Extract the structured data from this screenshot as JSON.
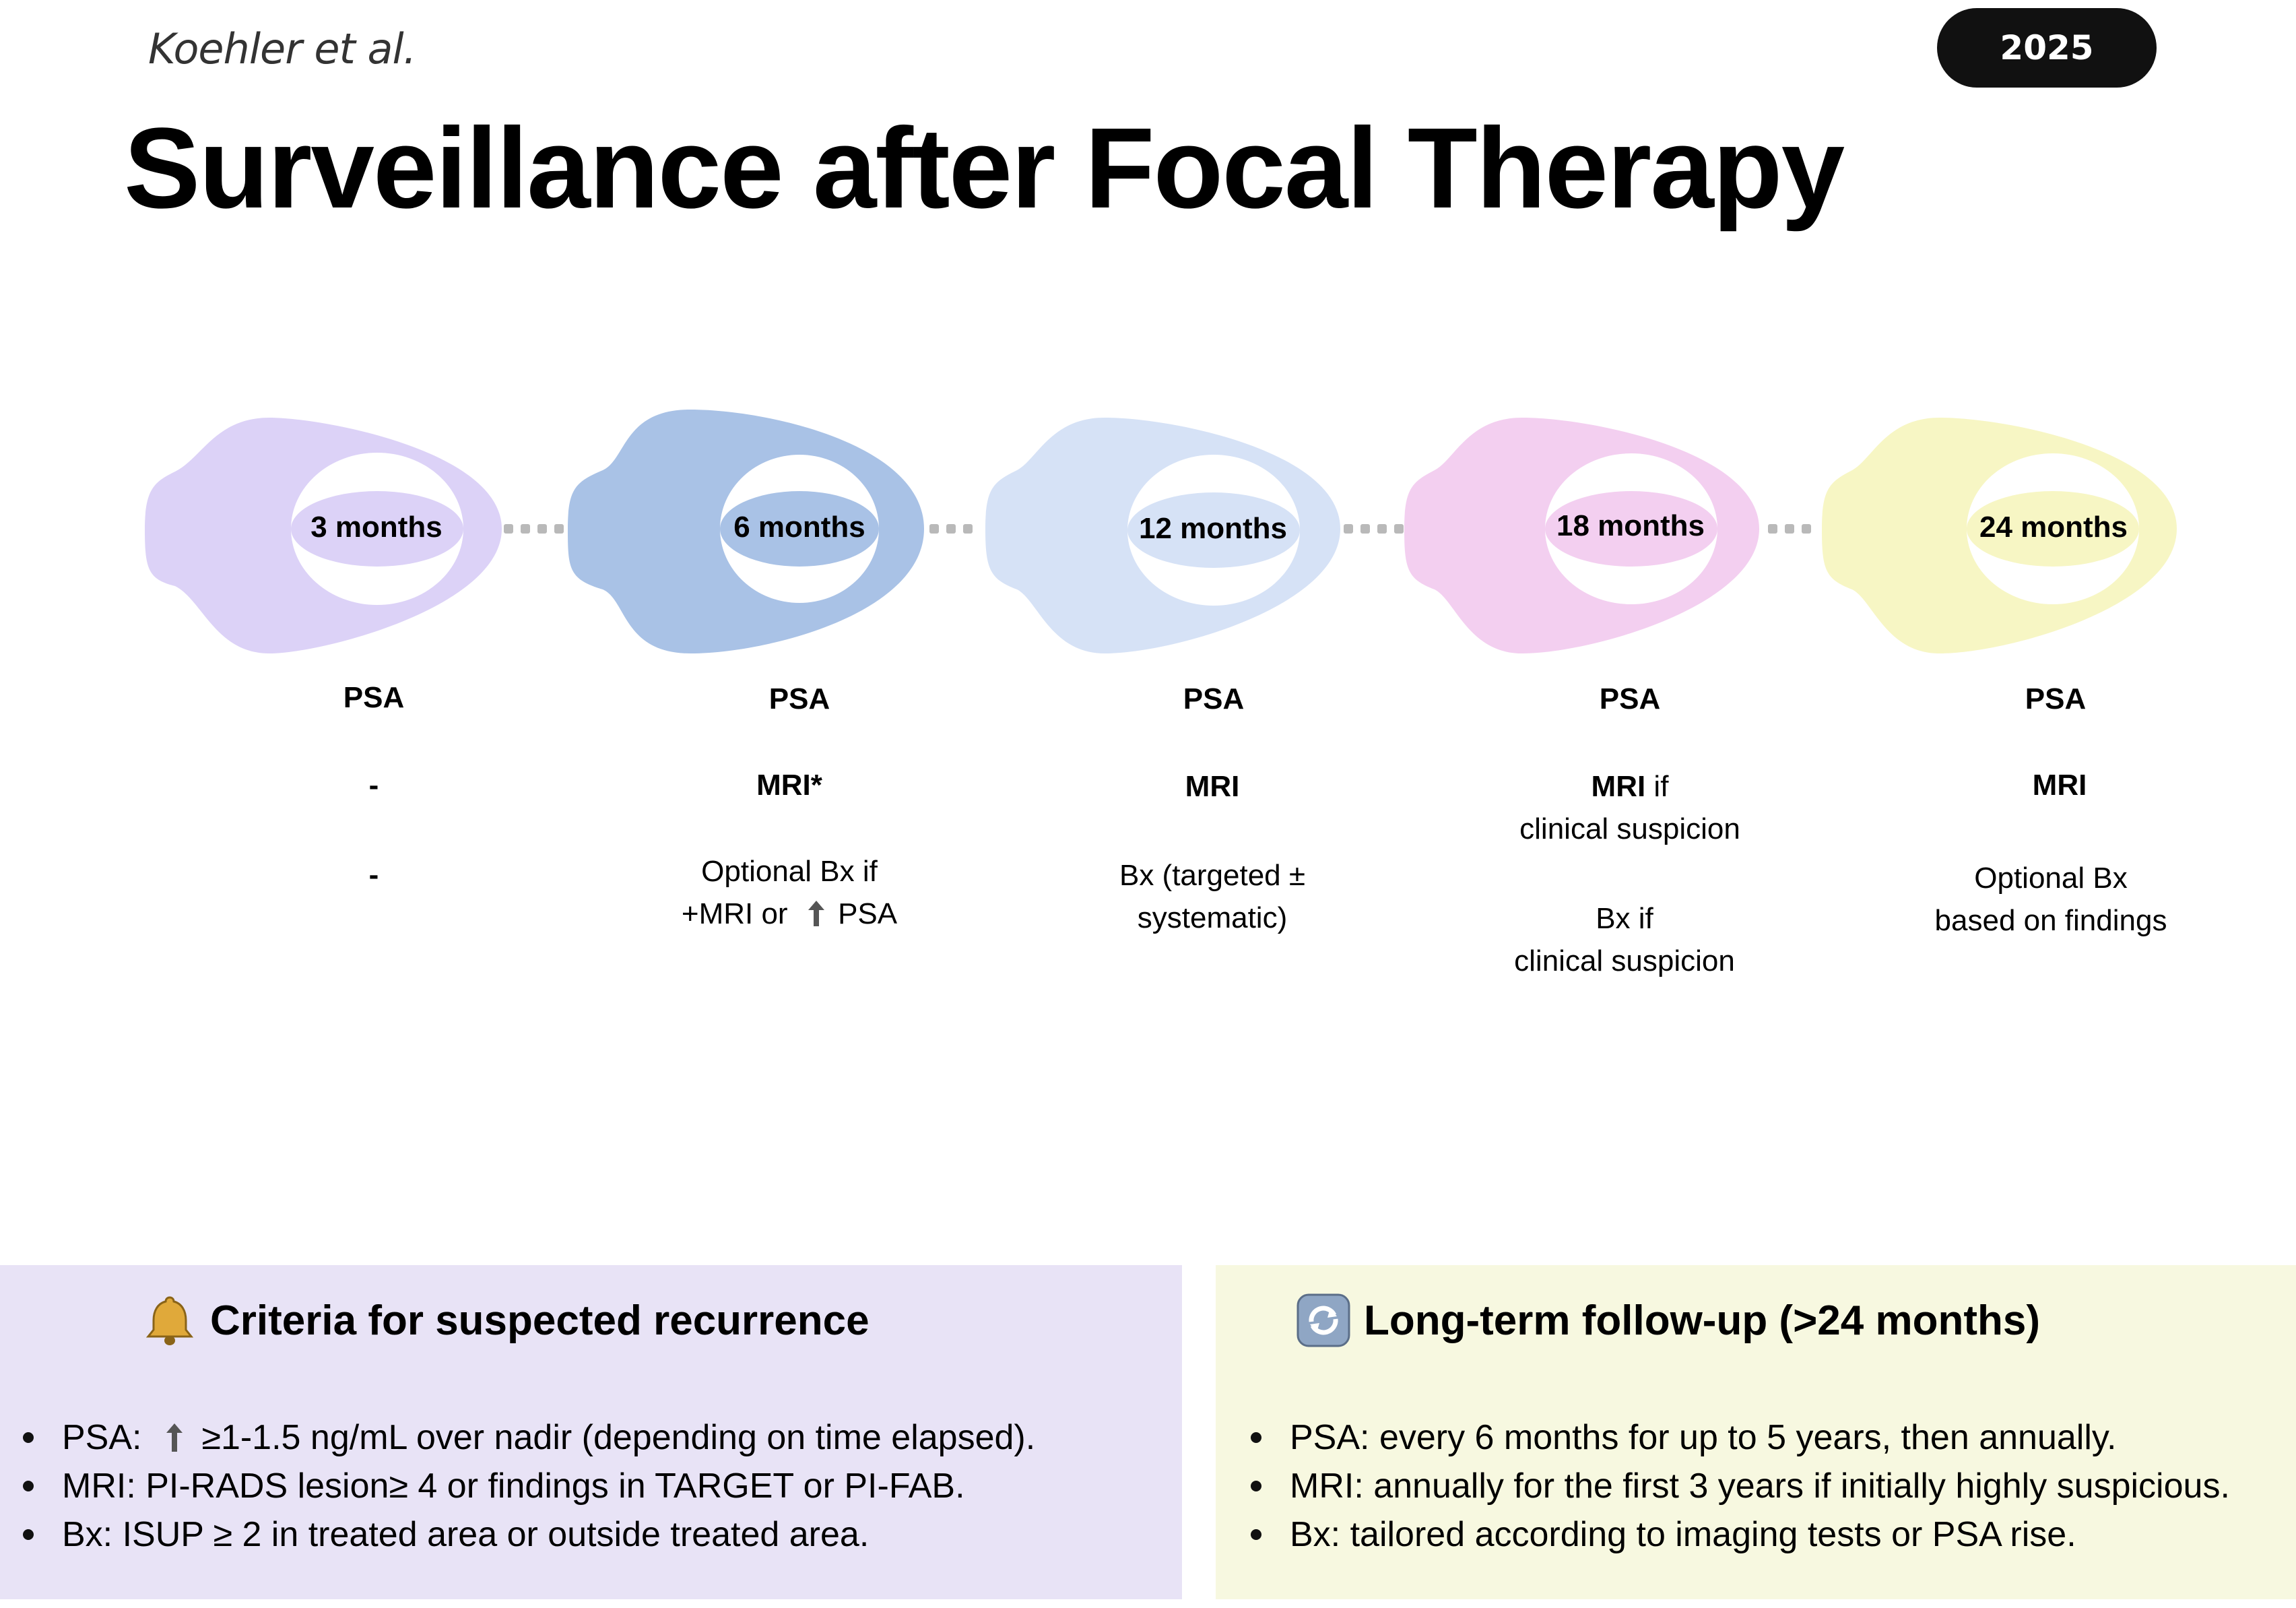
{
  "header": {
    "author": "Koehler et al.",
    "year": "2025",
    "title": "Surveillance after Focal Therapy"
  },
  "timeline": {
    "milestones": [
      {
        "label": "3 months",
        "color": "#dcd2f7",
        "psa": "PSA",
        "mri": "-",
        "biopsy": "-"
      },
      {
        "label": "6 months",
        "color": "#a9c2e6",
        "psa": "PSA",
        "mri": "MRI*",
        "biopsy_line1": "Optional Bx if",
        "biopsy_line2_prefix": "+MRI or",
        "biopsy_line2_suffix": "PSA"
      },
      {
        "label": "12 months",
        "color": "#d6e2f6",
        "psa": "PSA",
        "mri": "MRI",
        "biopsy_line1": "Bx (targeted ±",
        "biopsy_line2": "systematic)"
      },
      {
        "label": "18 months",
        "color": "#f3cff0",
        "psa": "PSA",
        "mri_bold": "MRI",
        "mri_rest": " if",
        "mri_line2": "clinical suspicion",
        "biopsy_line1": "Bx if",
        "biopsy_line2": "clinical suspicion"
      },
      {
        "label": "24 months",
        "color": "#f7f6c4",
        "psa": "PSA",
        "mri": "MRI",
        "biopsy_line1": "Optional Bx",
        "biopsy_line2": "based on findings"
      }
    ]
  },
  "recurrence_panel": {
    "icon": "bell-icon",
    "heading": "Criteria for suspected recurrence",
    "items": [
      {
        "prefix": "PSA:",
        "text": "≥1-1.5 ng/mL over nadir (depending on time elapsed)."
      },
      {
        "text": "MRI: PI-RADS lesion≥ 4 or findings in TARGET or PI-FAB."
      },
      {
        "text": "Bx: ISUP ≥ 2 in treated area or outside treated area."
      }
    ]
  },
  "followup_panel": {
    "icon": "refresh-icon",
    "heading": "Long-term follow-up (>24 months)",
    "items": [
      "PSA: every 6 months for up to 5 years, then annually.",
      "MRI: annually for the first 3 years if initially highly suspicious.",
      "Bx: tailored according to imaging tests or PSA rise."
    ]
  }
}
